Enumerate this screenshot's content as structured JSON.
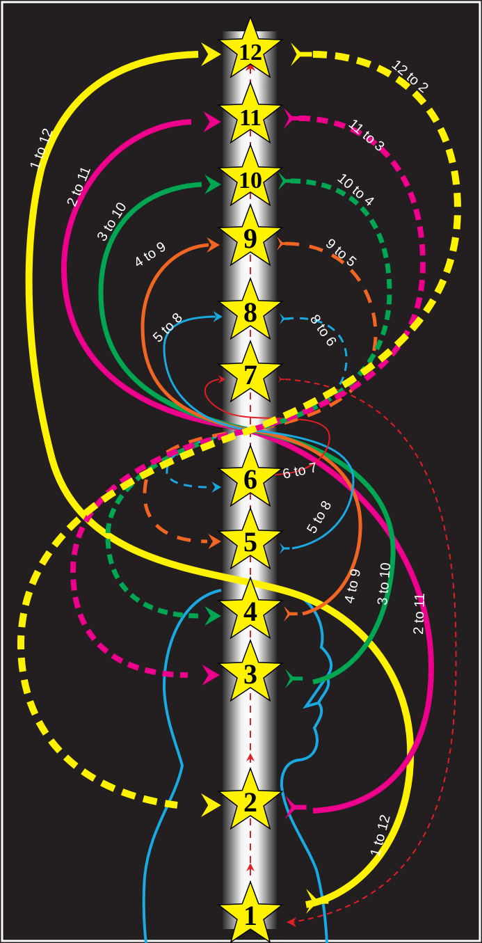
{
  "colors": {
    "background": "#231f20",
    "frame": "#ffffff",
    "star_fill": "#fff200",
    "star_stroke": "#000000",
    "figure_outline": "#1aa9e1",
    "central_arrow": "#e31e24"
  },
  "stars": [
    "1",
    "2",
    "3",
    "4",
    "5",
    "6",
    "7",
    "8",
    "9",
    "10",
    "11",
    "12"
  ],
  "connections": [
    {
      "name": "1 to 12",
      "label": "1 to 12",
      "color": "#fff200"
    },
    {
      "name": "2 to 11",
      "label": "2 to 11",
      "color": "#ec008c"
    },
    {
      "name": "3 to 10",
      "label": "3 to 10",
      "color": "#00a651"
    },
    {
      "name": "4 to 9",
      "label": "4 to 9",
      "color": "#f26522"
    },
    {
      "name": "5 to 8",
      "label": "5 to 8",
      "color": "#1aa9e1"
    },
    {
      "name": "6 to 7",
      "label": "6 to 7",
      "color": "#e31e24"
    },
    {
      "name": "7 to 1",
      "label": "",
      "color": "#e31e24"
    },
    {
      "name": "8 to 6",
      "label": "8 to 6",
      "color": "#1aa9e1"
    },
    {
      "name": "9 to 5",
      "label": "9 to 5",
      "color": "#f26522"
    },
    {
      "name": "10 to 4",
      "label": "10 to 4",
      "color": "#00a651"
    },
    {
      "name": "11 to 3",
      "label": "11 to 3",
      "color": "#ec008c"
    },
    {
      "name": "12 to 2",
      "label": "12 to 2",
      "color": "#fff200"
    }
  ]
}
